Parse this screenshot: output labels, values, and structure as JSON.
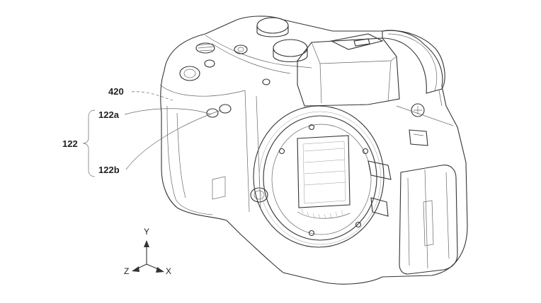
{
  "labels": {
    "ref_420": "420",
    "ref_122": "122",
    "ref_122a": "122a",
    "ref_122b": "122b"
  },
  "axes": {
    "y": "Y",
    "z": "Z",
    "x": "X"
  }
}
